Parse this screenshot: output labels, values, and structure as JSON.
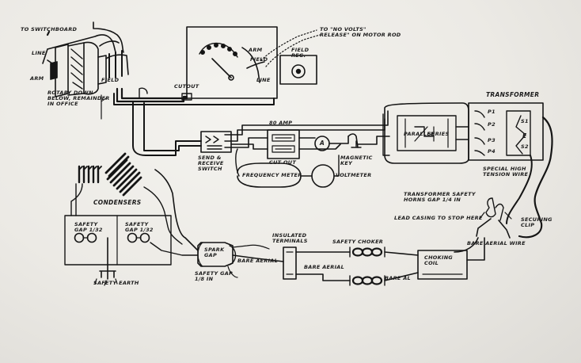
{
  "labels": {
    "to_switchboard": "TO SWITCHBOARD",
    "line_motor": "LINE",
    "arm_motor": "ARM",
    "field_motor": "FIELD",
    "rotary_note": "ROTARY DOWN\nBELOW, REMAINDER\nIN OFFICE",
    "cutout_top": "CUTOUT",
    "release_note": "TO \"NO VOLTS\"\nRELEASE\" ON MOTOR ROD",
    "arm_starter": "ARM",
    "field_starter": "FIELD",
    "line_starter": "LINE",
    "field_reg": "FIELD\nREG.",
    "transformer": "TRANSFORMER",
    "p1": "P1",
    "p2": "P2",
    "p3": "P3",
    "p4": "P4",
    "s1": "S1",
    "e": "E",
    "s2": "S2",
    "parallel": "PARALLEL",
    "series": "SERIES",
    "special_wire": "SPECIAL HIGH\nTENSION WIRE",
    "amp80": "80 AMP",
    "cut_out": "CUT OUT",
    "ammeter": "A",
    "magnetic_key": "MAGNETIC\nKEY",
    "send_receive": "SEND &\nRECEIVE\nSWITCH",
    "frequency_meter": "FREQUENCY METER",
    "voltmeter": "VOLTMETER",
    "condensers": "CONDENSERS",
    "safety_gap_1": "SAFETY\nGAP 1/32",
    "safety_gap_2": "SAFETY\nGAP 1/32",
    "safety_earth": "SAFETY EARTH",
    "spark_gap": "SPARK\nGAP",
    "safety_gap_bottom": "SAFETY GAP\n1/8 IN",
    "bare_aerial_1": "BARE AERIAL",
    "insulated_terminals": "INSULATED\nTERMINALS",
    "bare_aerial_2": "BARE AERIAL",
    "safety_choker": "SAFETY CHOKER",
    "bare_al": "BARE AL",
    "transformer_safety": "TRANSFORMER SAFETY\nHORNS GAP 1/4 IN",
    "lead_casing": "LEAD CASING TO STOP HERE",
    "securing_clip": "SECURING\nCLIP",
    "bare_aerial_wire": "BARE AERIAL WIRE",
    "choking_coil": "CHOKING\nCOIL"
  },
  "colors": {
    "ink": "#151515",
    "paper": "#eceae6"
  }
}
